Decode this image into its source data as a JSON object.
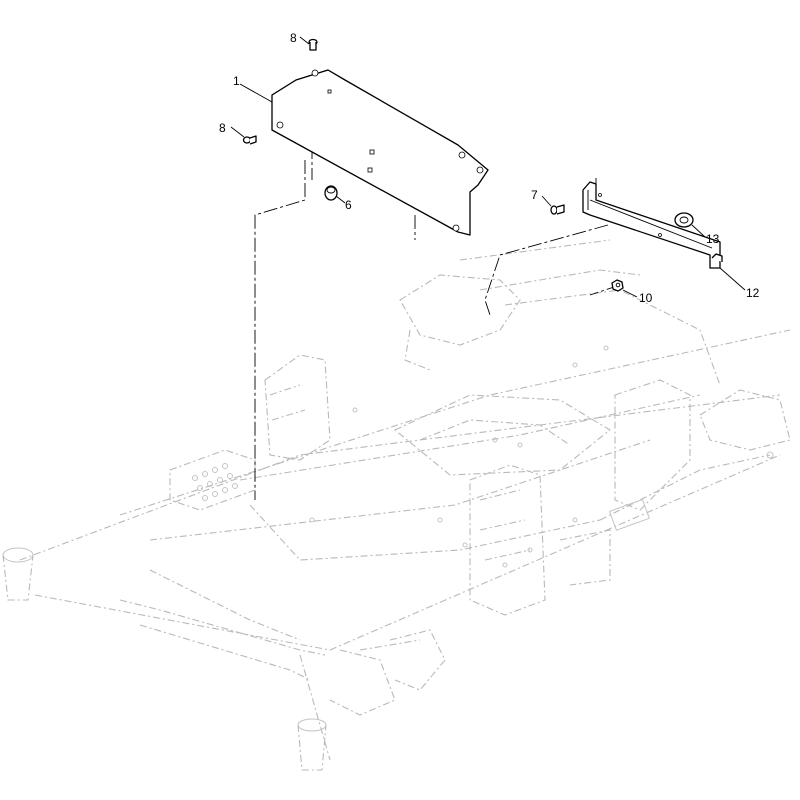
{
  "diagram": {
    "callouts": [
      {
        "id": "c1",
        "label": "1"
      },
      {
        "id": "c6",
        "label": "6"
      },
      {
        "id": "c7",
        "label": "7"
      },
      {
        "id": "c8a",
        "label": "8"
      },
      {
        "id": "c8b",
        "label": "8"
      },
      {
        "id": "c10",
        "label": "10"
      },
      {
        "id": "c12",
        "label": "12"
      },
      {
        "id": "c13",
        "label": "13"
      }
    ]
  }
}
